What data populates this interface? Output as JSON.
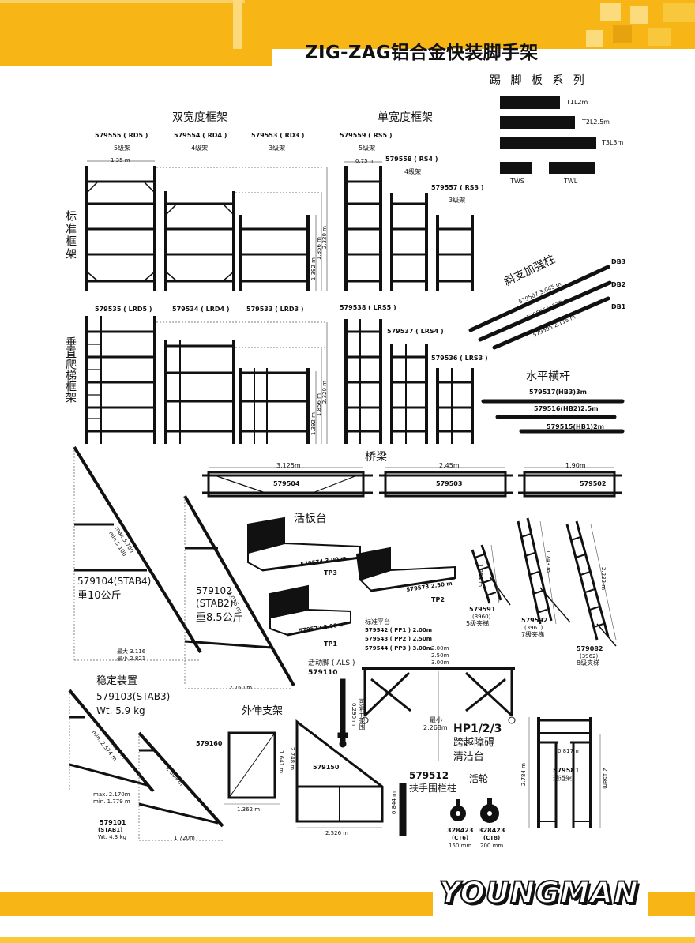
{
  "header": {
    "title": "ZIG-ZAG铝合金快装脚手架",
    "toe_board_title": "踢 脚 板 系 列"
  },
  "toe_boards": [
    {
      "label": "T1L2m"
    },
    {
      "label": "T2L2.5m"
    },
    {
      "label": "T3L3m"
    },
    {
      "label": "TWS"
    },
    {
      "label": "TWL"
    }
  ],
  "section_titles": {
    "double_width": "双宽度框架",
    "single_width": "单宽度框架",
    "standard_frame": "标准框架",
    "ladder_frame": "垂直爬梯框架",
    "diagonal": "斜支加强柱",
    "horizontal": "水平横杆",
    "bridge": "桥梁",
    "trapdoor": "活板台",
    "stabilizer": "稳定装置",
    "outrigger": "外伸支架",
    "castor": "活轮"
  },
  "standard_frames": [
    {
      "code": "579555 ( RD5 )",
      "levels": "5级架"
    },
    {
      "code": "579554 ( RD4 )",
      "levels": "4级架"
    },
    {
      "code": "579553 ( RD3 )",
      "levels": "3级架"
    },
    {
      "code": "579559 ( RS5 )",
      "levels": "5级架"
    },
    {
      "code": "579558 ( RS4 )",
      "levels": "4级架"
    },
    {
      "code": "579557 ( RS3 )",
      "levels": "3级架"
    }
  ],
  "frame_dims": {
    "double_width": "1.35 m",
    "single_width": "0.75 m",
    "h1": "1.392 m",
    "h2": "1.856 m",
    "h3": "2.320 m"
  },
  "ladder_frames": [
    {
      "code": "579535 ( LRD5 )"
    },
    {
      "code": "579534 ( LRD4 )"
    },
    {
      "code": "579533 ( LRD3 )"
    },
    {
      "code": "579538 ( LRS5 )"
    },
    {
      "code": "579537 ( LRS4 )"
    },
    {
      "code": "579536 ( LRS3 )"
    }
  ],
  "diagonals": [
    {
      "tag": "DB3",
      "label": "579507 3.045 m"
    },
    {
      "tag": "DB2",
      "label": "579506 2.573 m"
    },
    {
      "tag": "DB1",
      "label": "579505 2.115 m"
    }
  ],
  "horizontals": [
    {
      "label": "579517(HB3)3m"
    },
    {
      "label": "579516(HB2)2.5m"
    },
    {
      "label": "579515(HB1)2m"
    }
  ],
  "bridges": [
    {
      "code": "579504",
      "length": "3.125m"
    },
    {
      "code": "579503",
      "length": "2.45m"
    },
    {
      "code": "579502",
      "length": "1.90m"
    }
  ],
  "trapdoors": [
    {
      "label": "579574 3.00 m",
      "name": "TP3"
    },
    {
      "label": "579573 2.50 m",
      "name": "TP2"
    },
    {
      "label": "579572 2.00 m",
      "name": "TP1"
    }
  ],
  "ladders": [
    {
      "code": "579591",
      "sub": "(3960)",
      "name": "5级夹梯",
      "dim": "1.254 m"
    },
    {
      "code": "579592",
      "sub": "(3961)",
      "name": "7级夹梯",
      "dim": "1.743 m"
    },
    {
      "code": "579082",
      "sub": "(3962)",
      "name": "8级夹梯",
      "dim": "2.232 m"
    }
  ],
  "stab4": {
    "code": "579104(STAB4)",
    "weight": "重10公斤",
    "max": "max 5.700",
    "min": "min 5.100",
    "base_max": "最大 3.116",
    "base_min": "最小 2.821"
  },
  "stab2": {
    "code": "579102",
    "sub": "(STAB2)",
    "weight": "重8.5公斤",
    "length": "5.036 m",
    "base": "2.760 m"
  },
  "stab3": {
    "code": "579103(STAB3)",
    "weight": "Wt. 5.9 kg",
    "max": "max. 3.174 m",
    "min": "min. 2.574 m"
  },
  "stab1": {
    "code": "579101",
    "sub": "(STAB1)",
    "weight": "Wt. 4.3 kg",
    "max": "max. 2.170m",
    "min": "min. 1.779 m",
    "length": "2.509 m",
    "base": "1.720m"
  },
  "standard_platform": {
    "title": "标准平台",
    "rows": [
      "579542 ( PP1 ) 2.00m",
      "579543 ( PP2 ) 2.50m",
      "579544 ( PP3 ) 3.00m"
    ]
  },
  "adjustable_leg": {
    "label": "活动脚 ( ALS )",
    "code": "579110",
    "dim": "0.290 m",
    "note": "可调节范围"
  },
  "hp": {
    "code": "HP1/2/3",
    "name1": "跨越障碍",
    "name2": "清洁台",
    "spans": [
      "2.00m",
      "2.50m",
      "3.00m"
    ],
    "min_label": "最小",
    "min": "2.268m"
  },
  "outriggers": [
    {
      "code": "579160",
      "height": "1.641 m",
      "width": "1.362 m"
    },
    {
      "code": "579150",
      "height": "2.748 m",
      "width": "2.526 m"
    }
  ],
  "guard_post": {
    "code": "579512",
    "name": "扶手围栏柱",
    "dim": "0.844 m"
  },
  "castors": [
    {
      "code": "328423",
      "sub": "(CT6)",
      "size": "150 mm"
    },
    {
      "code": "328423",
      "sub": "(CT8)",
      "size": "200 mm"
    }
  ],
  "passage_frame": {
    "code": "579581",
    "name": "通道架",
    "inner": "0.817m",
    "h1": "2.784 m",
    "h2": "2.158m"
  },
  "footer": {
    "brand": "YOUNGMAN"
  },
  "colors": {
    "accent": "#F7B516",
    "dark": "#111111"
  }
}
